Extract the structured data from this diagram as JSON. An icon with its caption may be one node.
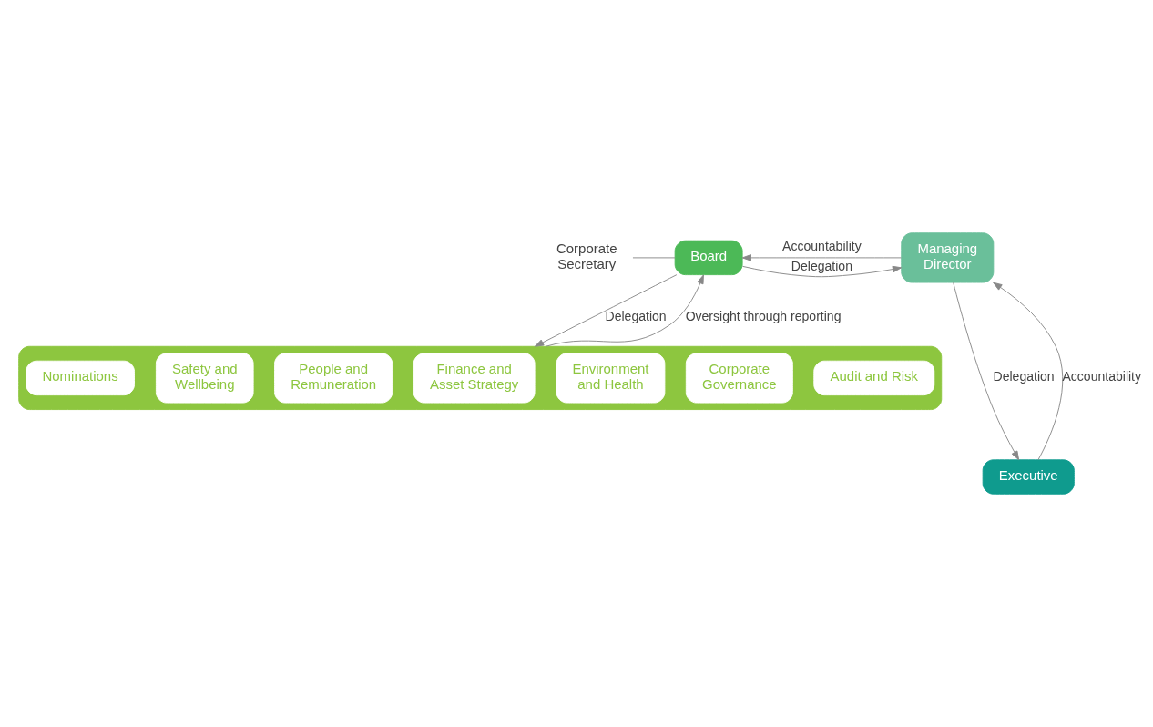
{
  "diagram": {
    "nodes": [
      {
        "text": [
          "Corporate Secretary"
        ]
      },
      {
        "text": [
          "Board"
        ]
      },
      {
        "text": [
          "Managing Director"
        ]
      },
      {
        "text": [],
        "shape": "box"
      },
      {
        "text": [
          "Audit and Risk"
        ],
        "in": 3
      },
      {
        "text": [
          "Corporate Governance"
        ],
        "in": 3
      },
      {
        "text": [
          "Environment and Health"
        ],
        "in": 3
      },
      {
        "text": [
          "Finance and Asset Strategy"
        ],
        "in": 3
      },
      {
        "text": [
          "People and Remuneration"
        ],
        "in": 3
      },
      {
        "text": [
          "Safety and Wellbeing"
        ],
        "in": 3
      },
      {
        "text": [
          "Nominations"
        ],
        "in": 3
      },
      {
        "text": [
          "Executive"
        ]
      }
    ],
    "edges": [
      {
        "from": 0,
        "to": 1,
        "arrow": "none"
      },
      {
        "from": 1,
        "to": 2,
        "arrow": "to",
        "label": "Delegation"
      },
      {
        "from": 2,
        "to": 1,
        "arrow": "to",
        "label": "Accountability"
      },
      {
        "from": 1,
        "to": 3,
        "arrow": "to",
        "label": "Delegation"
      },
      {
        "from": 3,
        "to": 1,
        "arrow": "to",
        "label": "Oversight through reporting"
      },
      {
        "from": 2,
        "to": 11,
        "arrow": "to",
        "label": "Delegation"
      },
      {
        "from": 11,
        "to": 2,
        "arrow": "to",
        "label": "Accountability"
      }
    ]
  }
}
